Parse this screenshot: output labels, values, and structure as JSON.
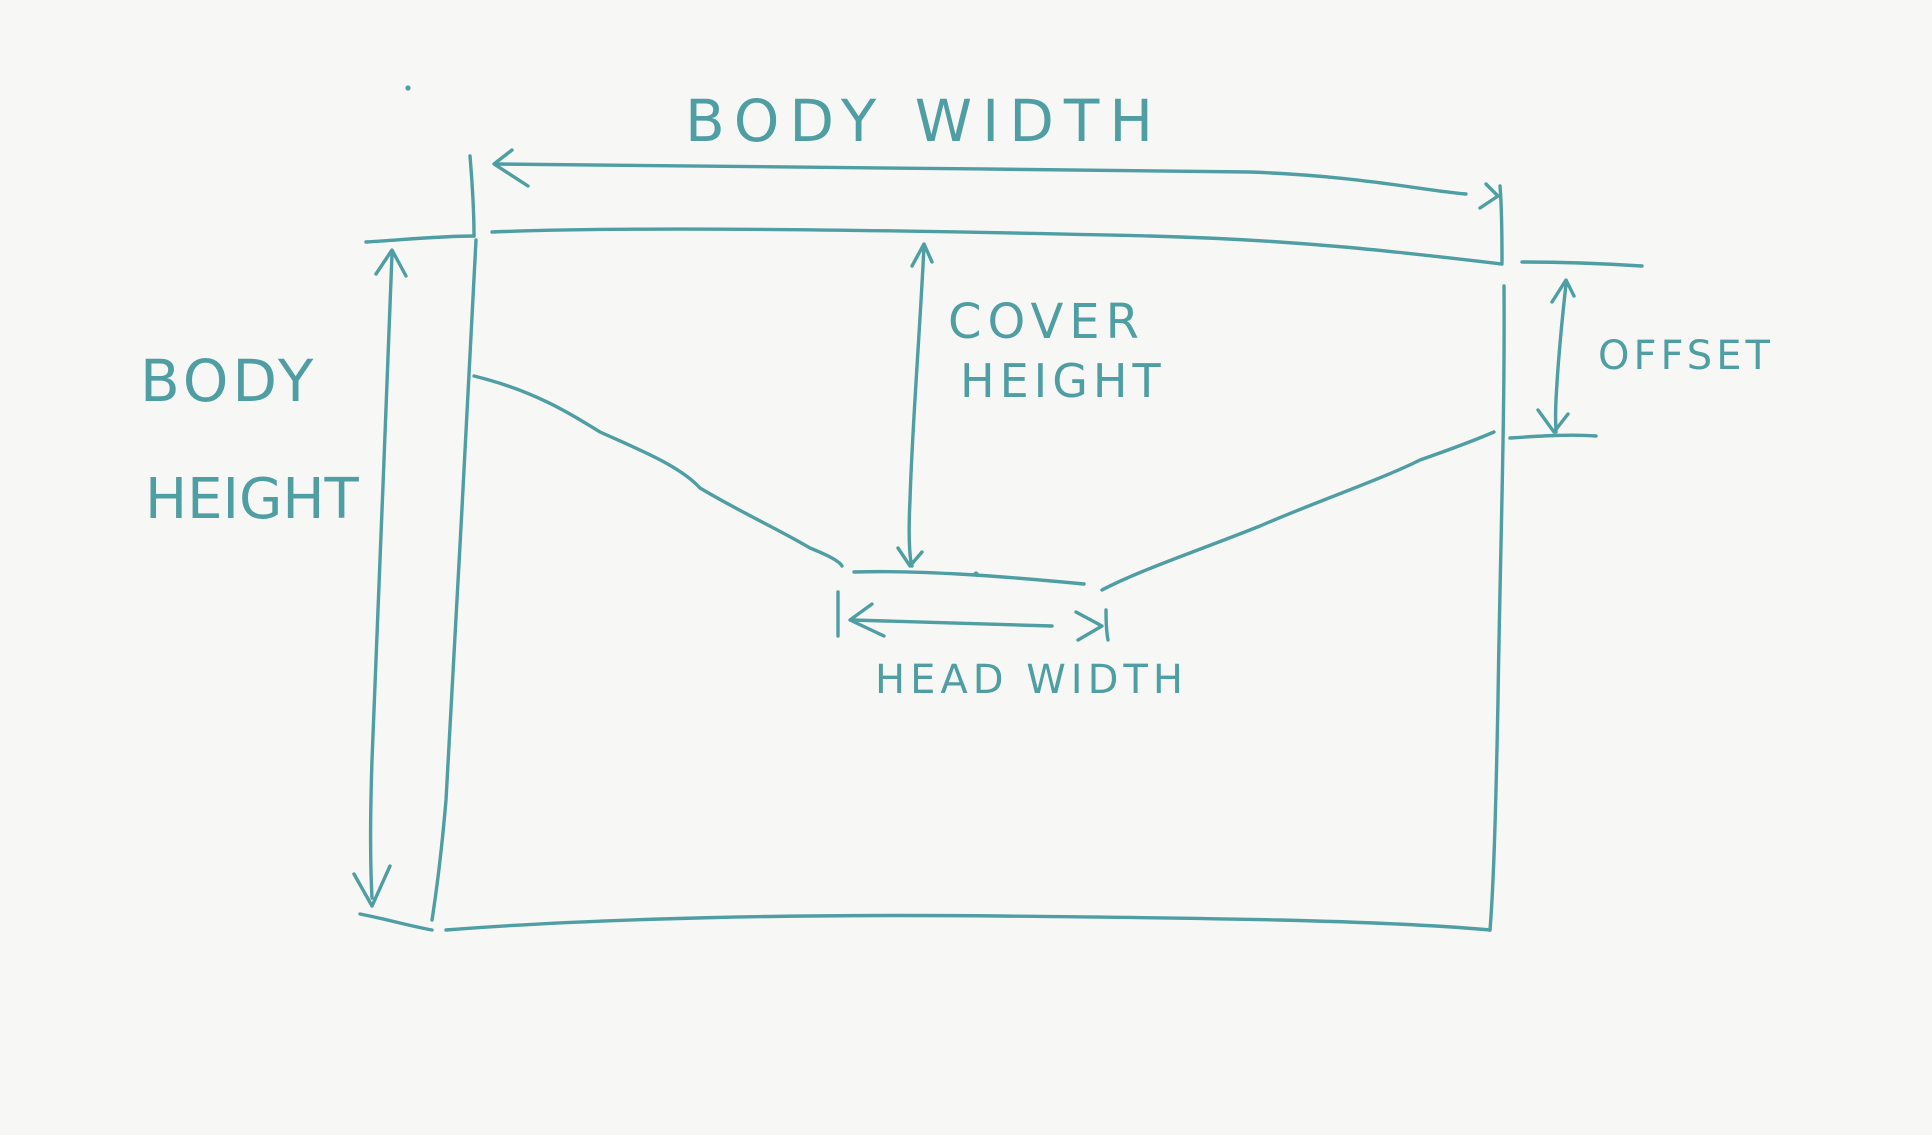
{
  "diagram": {
    "ink_color": "#4f9ea3",
    "background_color": "#f7f8f6",
    "labels": {
      "body_width": "BODY WIDTH",
      "body_height_line1": "BODY",
      "body_height_line2": "HEIGHT",
      "cover_height_line1": "COVER",
      "cover_height_line2": "HEIGHT",
      "offset": "OFFSET",
      "head_width": "HEAD WIDTH"
    }
  }
}
